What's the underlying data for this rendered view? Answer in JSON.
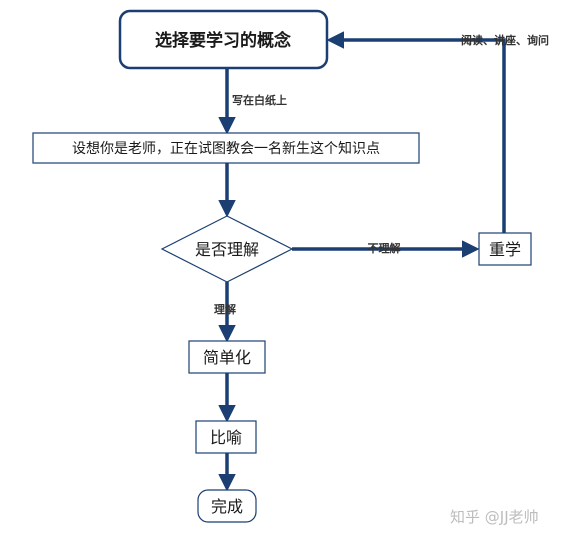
{
  "nodes": {
    "start": "选择要学习的概念",
    "teach": "设想你是老师，正在试图教会一名新生这个知识点",
    "decision": "是否理解",
    "relearn": "重学",
    "simplify": "简单化",
    "metaphor": "比喻",
    "done": "完成"
  },
  "edge_labels": {
    "write_paper": "写在白纸上",
    "understood": "理解",
    "not_understood": "不理解",
    "review": "阅读、讲座、询问"
  },
  "watermark": "知乎 @JJ老帅",
  "colors": {
    "arrow": "#1b3f73",
    "box_border": "#1b3f73",
    "start_border": "#1b3f73"
  }
}
